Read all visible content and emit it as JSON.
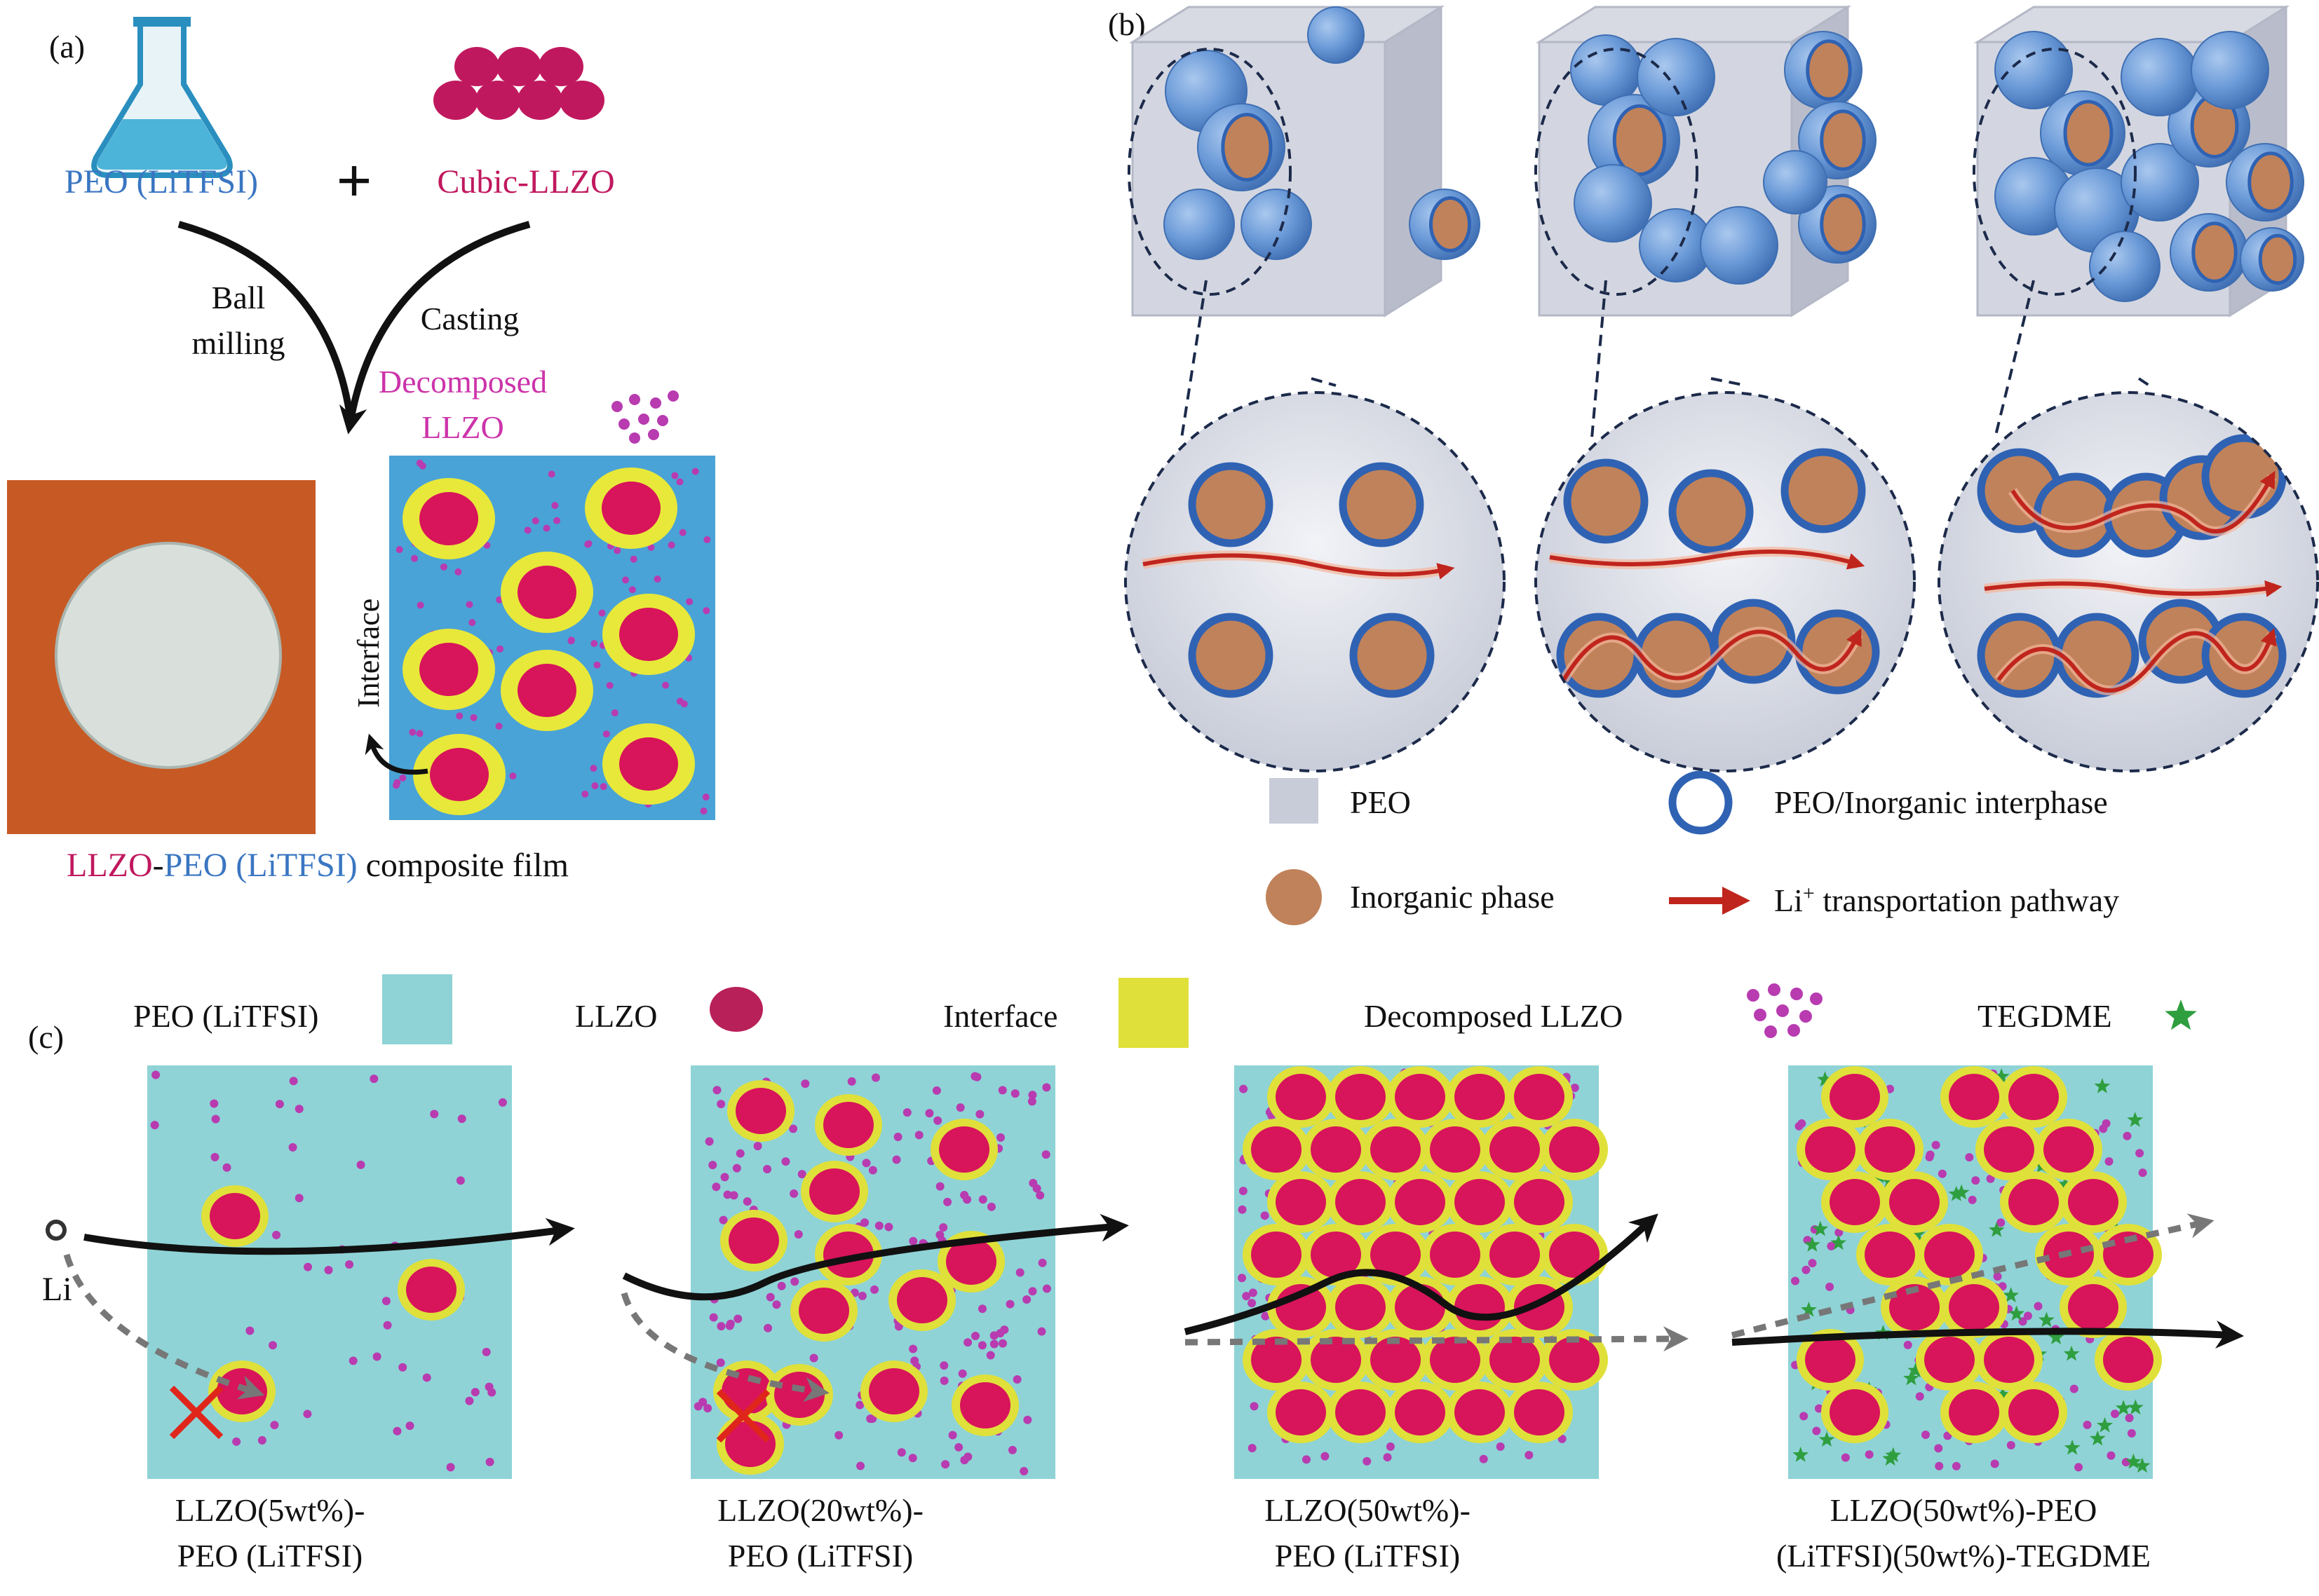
{
  "colors": {
    "peo_blue_text": "#3a76c2",
    "llzo_text": "#c0185e",
    "decomposed_text": "#cc33aa",
    "peo_matrix": "#4aa3d6",
    "peo_light": "#8fd3d6",
    "llzo": "#d8145a",
    "interface": "#e8e83a",
    "decomposed_dot": "#b83bb0",
    "tegdme": "#2f9e3f",
    "inorganic": "#c0825a",
    "interphase": "#2f62b3",
    "pathway": "#c0251d",
    "peo_box": "#c8ccd8",
    "photo_bg": "#c75a24"
  },
  "panel_a": {
    "label": "(a)",
    "peo_label": "PEO (LiTFSI)",
    "plus": "+",
    "llzo_label": "Cubic-LLZO",
    "ball_milling_1": "Ball",
    "ball_milling_2": "milling",
    "casting": "Casting",
    "decomposed_1": "Decomposed",
    "decomposed_2": "LLZO",
    "interface": "Interface",
    "caption_llzo": "LLZO",
    "caption_dash": "-",
    "caption_peo": "PEO (LiTFSI)",
    "caption_rest": " composite film",
    "icons": [
      "flask-icon",
      "llzo-particles-icon",
      "decomposed-dots-icon"
    ]
  },
  "panel_b": {
    "label": "(b)",
    "legend": {
      "peo": "PEO",
      "interphase": "PEO/Inorganic interphase",
      "inorganic": "Inorganic phase",
      "li_prefix": "Li",
      "li_sup": "+",
      "li_suffix": " transportation pathway"
    }
  },
  "panel_c": {
    "label": "(c)",
    "legend": {
      "peo": "PEO (LiTFSI)",
      "llzo": "LLZO",
      "interface": "Interface",
      "decomposed": "Decomposed LLZO",
      "tegdme": "TEGDME"
    },
    "li": "Li",
    "captions": [
      [
        "LLZO(5wt%)-",
        "PEO (LiTFSI)"
      ],
      [
        "LLZO(20wt%)-",
        "PEO (LiTFSI)"
      ],
      [
        "LLZO(50wt%)-",
        "PEO (LiTFSI)"
      ],
      [
        "LLZO(50wt%)-PEO",
        "(LiTFSI)(50wt%)-TEGDME"
      ]
    ]
  }
}
